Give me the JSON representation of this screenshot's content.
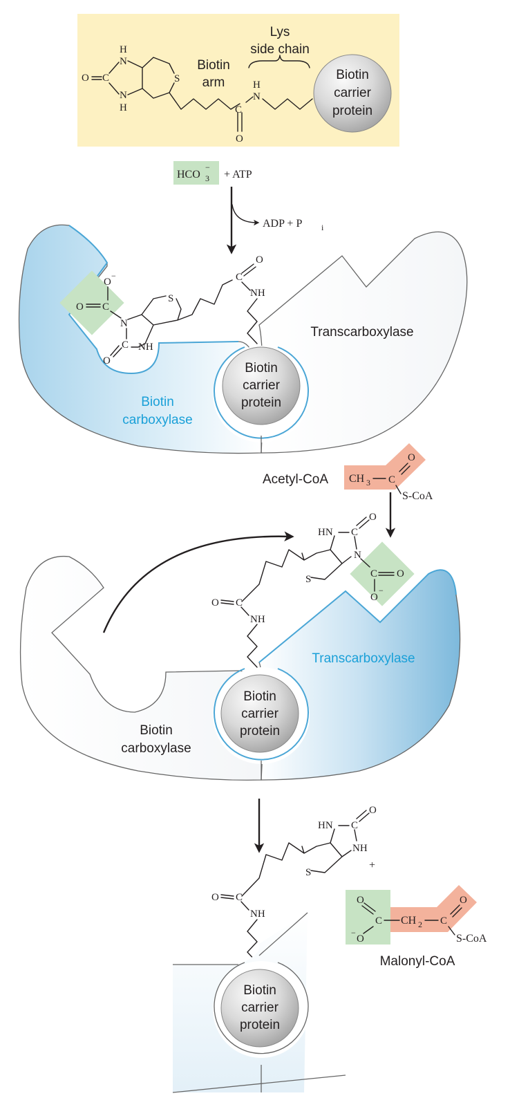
{
  "top_panel": {
    "lys_side_chain_line1": "Lys",
    "lys_side_chain_line2": "side chain",
    "biotin_arm_line1": "Biotin",
    "biotin_arm_line2": "arm",
    "carrier_line1": "Biotin",
    "carrier_line2": "carrier",
    "carrier_line3": "protein"
  },
  "step1": {
    "bicarbonate": "HCO",
    "bicarbonate_sub": "3",
    "bicarbonate_sup": "−",
    "plus_atp": "+ ATP",
    "products": "ADP + P",
    "products_sub": "i"
  },
  "enzyme1": {
    "transcarboxylase": "Transcarboxylase",
    "carboxylase_line1": "Biotin",
    "carboxylase_line2": "carboxylase",
    "carrier_line1": "Biotin",
    "carrier_line2": "carrier",
    "carrier_line3": "protein"
  },
  "step2": {
    "acetyl_coa": "Acetyl-CoA",
    "ch3": "CH",
    "ch3_sub": "3",
    "s_coa": "S-CoA"
  },
  "enzyme2": {
    "transcarboxylase": "Transcarboxylase",
    "carboxylase_line1": "Biotin",
    "carboxylase_line2": "carboxylase",
    "carrier_line1": "Biotin",
    "carrier_line2": "carrier",
    "carrier_line3": "protein"
  },
  "products": {
    "plus": "+",
    "ch2": "CH",
    "ch2_sub": "2",
    "s_coa": "S-CoA",
    "malonyl_coa": "Malonyl-CoA",
    "carrier_line1": "Biotin",
    "carrier_line2": "carrier",
    "carrier_line3": "protein"
  },
  "atoms": {
    "H": "H",
    "N": "N",
    "O": "O",
    "C": "C",
    "S": "S",
    "NH": "NH",
    "HN": "HN",
    "O_minus": "−"
  },
  "colors": {
    "yellow_panel": "#fdf1c2",
    "green_box": "#c7e3c4",
    "salmon_box": "#f3b29c",
    "blue_domain": "#a9d4ec",
    "blue_text": "#1aa0d8",
    "outline": "#666666"
  }
}
